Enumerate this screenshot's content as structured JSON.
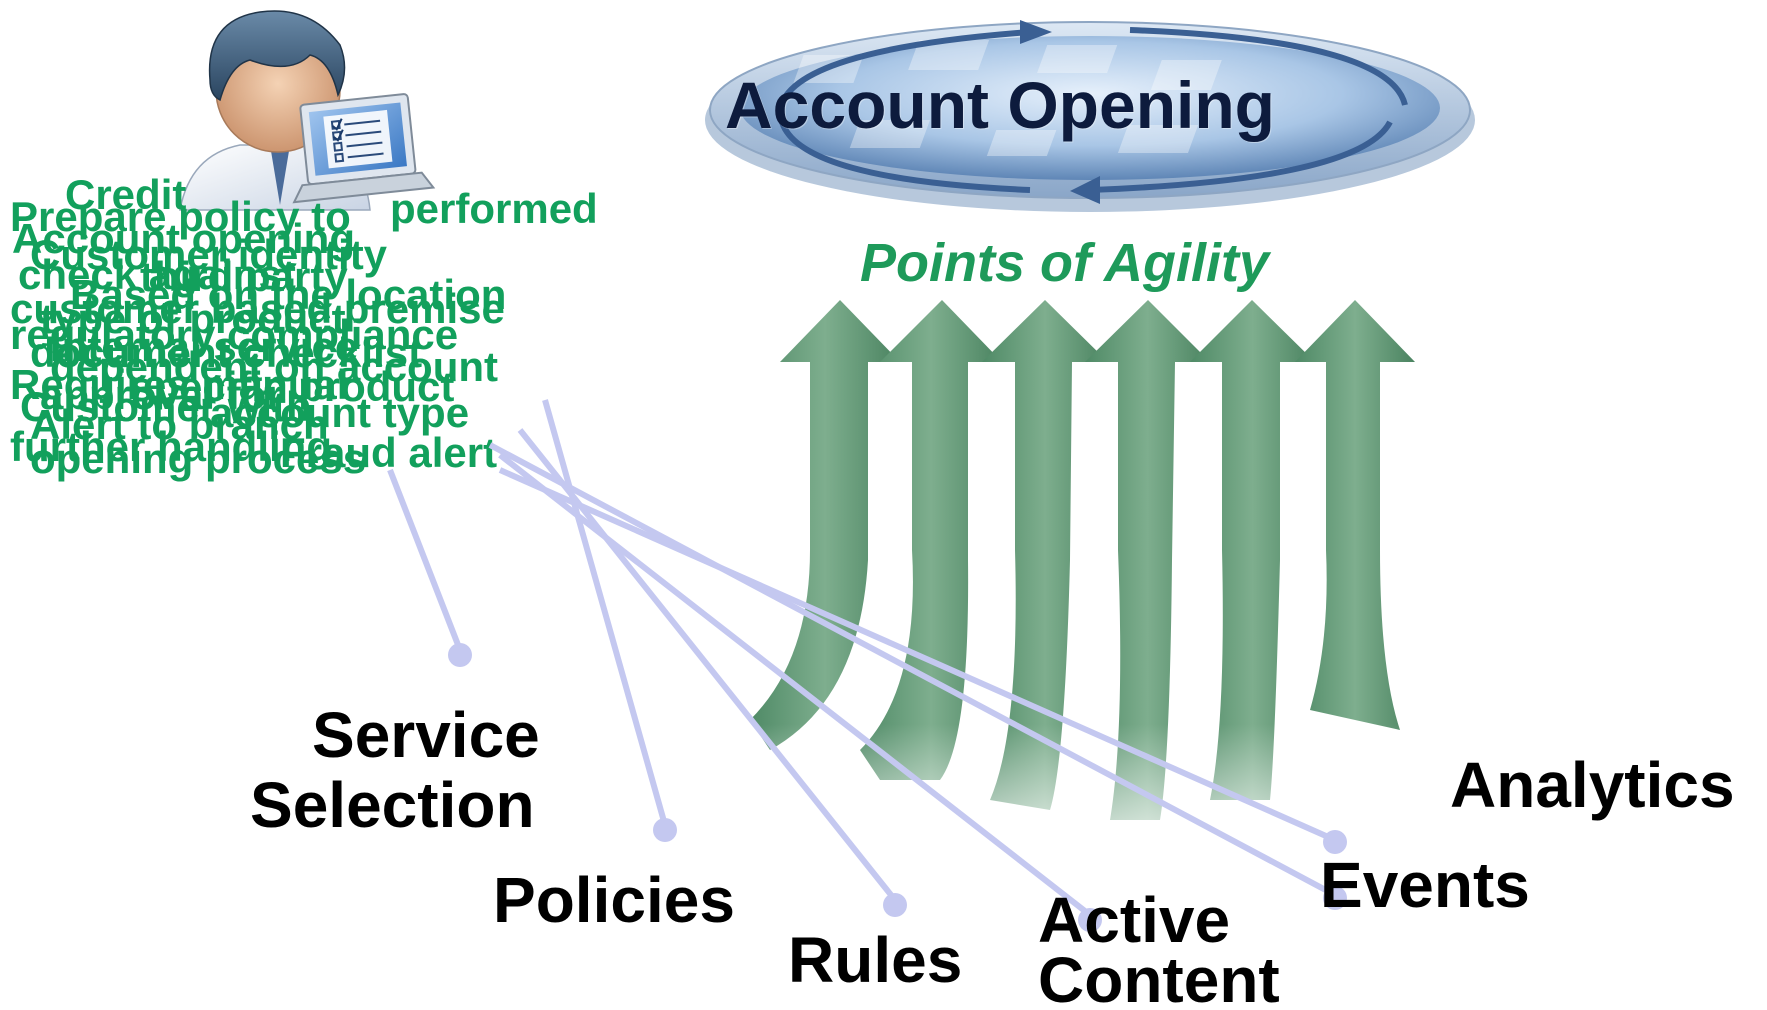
{
  "title": "Account Opening",
  "subtitle": "Points of Agility",
  "labels": {
    "service_selection_1": "Service",
    "service_selection_2": "Selection",
    "policies": "Policies",
    "rules": "Rules",
    "active_content_1": "Active",
    "active_content_2": "Content",
    "events": "Events",
    "analytics": "Analytics"
  },
  "overlapping_text": [
    "Prepare policy to",
    "Credit",
    "performed",
    "Account opening",
    "Customer identity",
    "check against",
    "third party",
    "Based on the location",
    "customer based premise",
    "regulatory compliance",
    "document checklist",
    "Internal service",
    "dependent on account",
    "type of product",
    "Requires manual",
    "approval for",
    "specific product",
    "Customer with",
    "account type",
    "Alert to branch",
    "further handling",
    "Fraud alert",
    "opening process"
  ],
  "colors": {
    "title_text": "#0d1b3d",
    "subtitle_text": "#1e9a5a",
    "overlap_text": "#12a05c",
    "arrow_green": "#6a9e7e",
    "connector_lavender": "#c4c8f0",
    "label_text": "#000000"
  },
  "icons": {
    "user": "person-with-laptop-icon",
    "cycle": "cycle-ellipse-icon",
    "arrows": "upward-curved-arrow-icon"
  }
}
